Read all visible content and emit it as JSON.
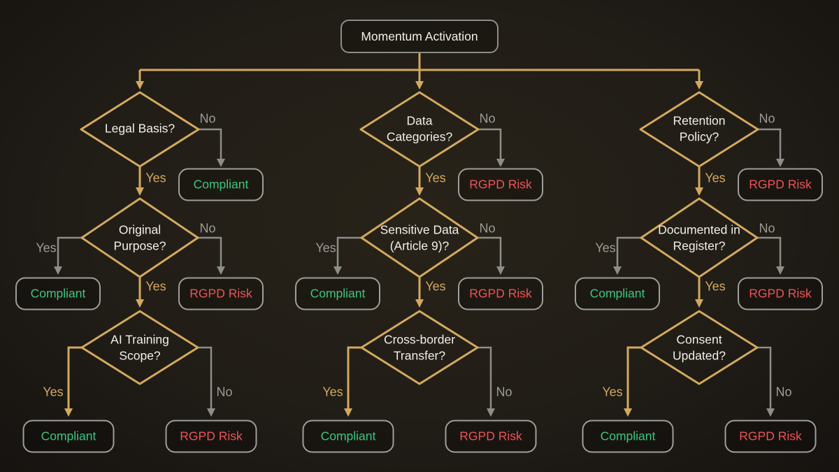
{
  "title": "Momentum Activation",
  "edge_labels": {
    "yes": "Yes",
    "no": "No"
  },
  "colors": {
    "background": "#211d17",
    "gold_edge": "#d3a95e",
    "grey_edge": "#8d8d89",
    "node_border": "#9e9e9a",
    "question_text": "#f2efe9",
    "compliant_text": "#3ec57d",
    "risk_text": "#ee5355"
  },
  "columns": [
    {
      "q1": "Legal Basis?",
      "q2": "Original Purpose?",
      "q3": "AI Training Scope?",
      "o1": "Compliant",
      "o1_color": "green",
      "o2l": "Compliant",
      "o2l_color": "green",
      "o2r": "RGPD Risk",
      "o2r_color": "red",
      "o3l": "Compliant",
      "o3l_color": "green",
      "o3r": "RGPD Risk",
      "o3r_color": "red"
    },
    {
      "q1": "Data Categories?",
      "q2": "Sensitive Data (Article 9)?",
      "q3": "Cross-border Transfer?",
      "o1": "RGPD Risk",
      "o1_color": "red",
      "o2l": "Compliant",
      "o2l_color": "green",
      "o2r": "RGPD Risk",
      "o2r_color": "red",
      "o3l": "Compliant",
      "o3l_color": "green",
      "o3r": "RGPD Risk",
      "o3r_color": "red"
    },
    {
      "q1": "Retention Policy?",
      "q2": "Documented in Register?",
      "q3": "Consent Updated?",
      "o1": "RGPD Risk",
      "o1_color": "red",
      "o2l": "Compliant",
      "o2l_color": "green",
      "o2r": "RGPD Risk",
      "o2r_color": "red",
      "o3l": "Compliant",
      "o3l_color": "green",
      "o3r": "RGPD Risk",
      "o3r_color": "red"
    }
  ]
}
